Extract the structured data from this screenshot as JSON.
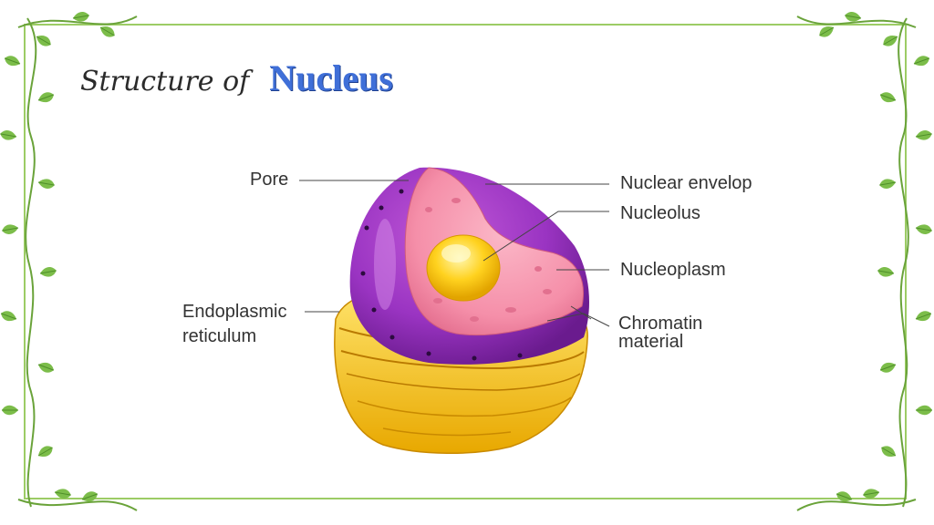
{
  "title": {
    "prefix": "Structure of",
    "main": "Nucleus"
  },
  "labels": {
    "pore": "Pore",
    "nuclear_envelope": "Nuclear envelop",
    "nucleolus": "Nucleolus",
    "nucleoplasm": "Nucleoplasm",
    "er_line1": "Endoplasmic",
    "er_line2": "reticulum",
    "chromatin_line1": "Chromatin",
    "chromatin_line2": "material"
  },
  "colors": {
    "border_green": "#9ccc65",
    "title_blue": "#3f6fd8",
    "envelope_purple": "#8e2eb5",
    "nucleoplasm_pink": "#f48aa6",
    "nucleolus_yellow": "#ffd21f",
    "er_yellow": "#f7c628"
  }
}
